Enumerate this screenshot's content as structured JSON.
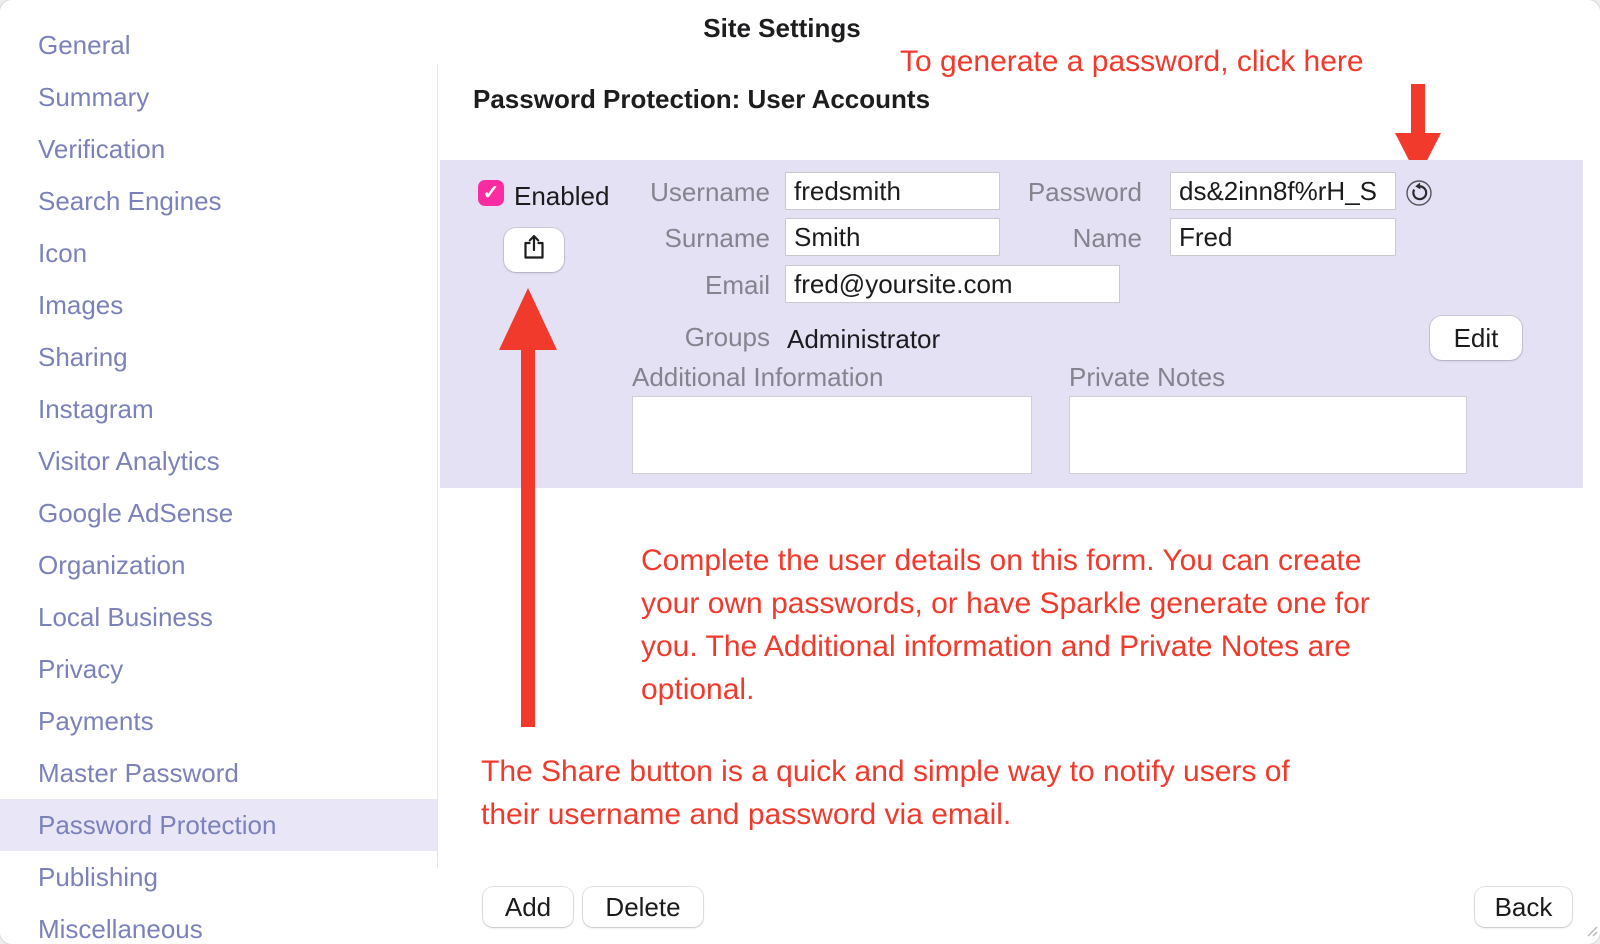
{
  "window": {
    "title": "Site Settings"
  },
  "sidebar": {
    "items": [
      "General",
      "Summary",
      "Verification",
      "Search Engines",
      "Icon",
      "Images",
      "Sharing",
      "Instagram",
      "Visitor Analytics",
      "Google AdSense",
      "Organization",
      "Local Business",
      "Privacy",
      "Payments",
      "Master Password",
      "Password Protection",
      "Publishing",
      "Miscellaneous"
    ],
    "selected": "Password Protection"
  },
  "main": {
    "heading": "Password Protection: User Accounts",
    "form": {
      "enabled": {
        "label": "Enabled",
        "checked": true
      },
      "username": {
        "label": "Username",
        "value": "fredsmith"
      },
      "surname": {
        "label": "Surname",
        "value": "Smith"
      },
      "email": {
        "label": "Email",
        "value": "fred@yoursite.com"
      },
      "password": {
        "label": "Password",
        "value": "ds&2inn8f%rH_S"
      },
      "name": {
        "label": "Name",
        "value": "Fred"
      },
      "groups": {
        "label": "Groups",
        "value": "Administrator"
      },
      "edit_button": "Edit",
      "additional_information": {
        "label": "Additional Information",
        "value": ""
      },
      "private_notes": {
        "label": "Private Notes",
        "value": ""
      }
    },
    "footer": {
      "add": "Add",
      "delete": "Delete",
      "back": "Back"
    }
  },
  "annotations": {
    "generate_hint": "To generate a password, click here",
    "details_hint": [
      "Complete the user details on this form. You can create",
      "your own passwords, or have Sparkle generate one for",
      "you. The Additional information and Private Notes are",
      "optional."
    ],
    "share_hint": [
      "The Share button is a quick and simple way to notify users of",
      "their username and password via email."
    ]
  },
  "icons": {
    "share": "share-icon",
    "generate": "generate-password-icon",
    "checkmark": "checkmark-icon",
    "resize": "resize-handle-icon"
  },
  "colors": {
    "annotation_red": "#f1392c",
    "panel_background": "#e4e1f5",
    "sidebar_text": "#7b82ba",
    "sidebar_selected_background": "#e9e6f8",
    "checkbox_pink": "#fb2ba2"
  }
}
